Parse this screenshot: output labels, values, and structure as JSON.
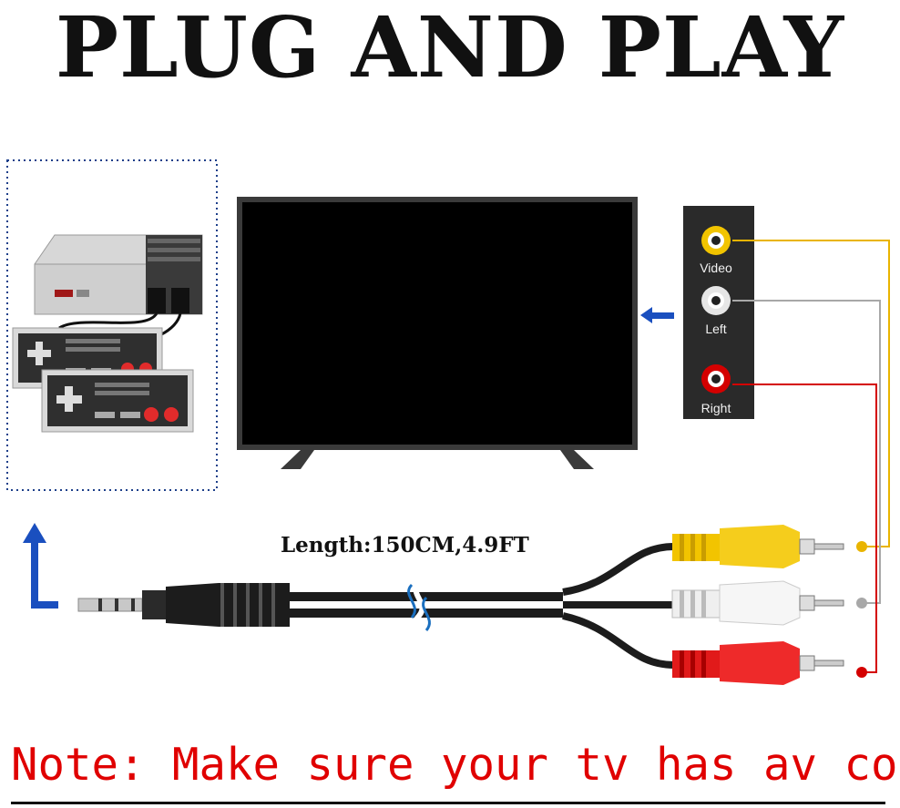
{
  "title": "PLUG AND PLAY",
  "cable_length": "Length:150CM,4.9FT",
  "ports": [
    {
      "label": "Video",
      "color": "#f2c400"
    },
    {
      "label": "Left",
      "color": "#d9d9d9"
    },
    {
      "label": "Right",
      "color": "#d40000"
    }
  ],
  "note": "Note: Make sure your tv has av connection",
  "colors": {
    "accent_blue": "#1a4fbf",
    "note_red": "#e00000",
    "wire_yellow": "#e9b400",
    "wire_gray": "#a8a8a8",
    "wire_red": "#d40000"
  }
}
